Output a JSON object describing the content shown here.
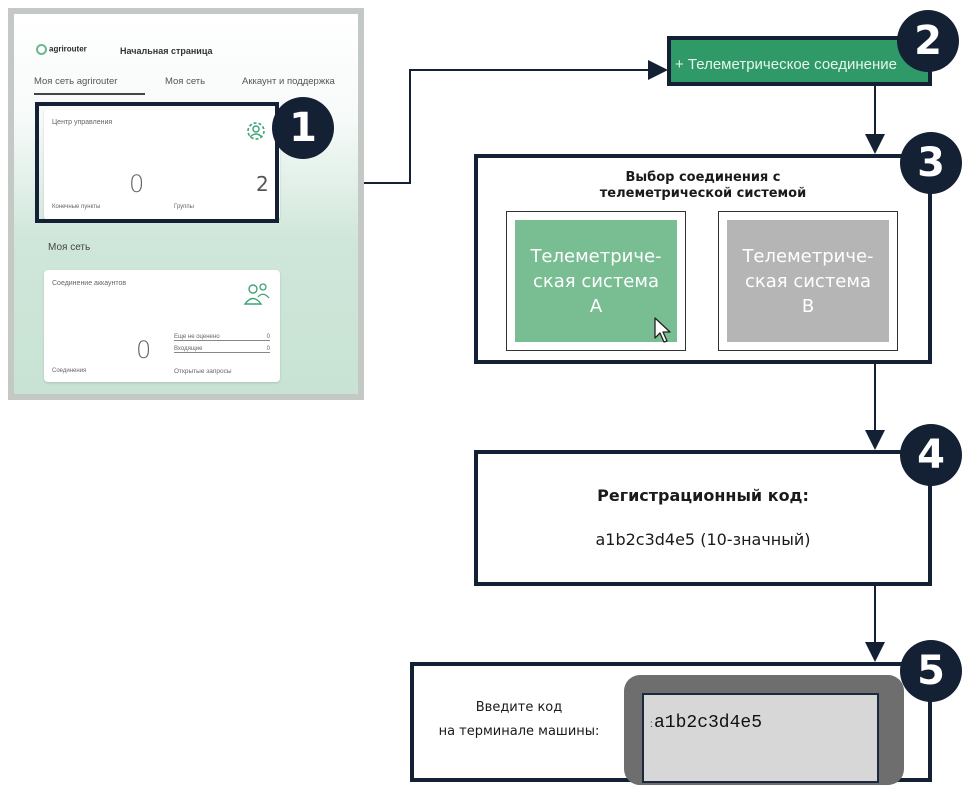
{
  "app": {
    "logo_text": "agrirouter",
    "home_title": "Начальная страница",
    "tabs": [
      "Моя сеть agrirouter",
      "Моя сеть",
      "Аккаунт и поддержка"
    ],
    "control_center": {
      "title": "Центр управления",
      "endpoints_value": "0",
      "endpoints_label": "Конечные пункты",
      "groups_value": "2",
      "groups_label": "Группы"
    },
    "my_network_label": "Моя сеть",
    "account_connection": {
      "title": "Соединение аккаунтов",
      "connections_value": "0",
      "connections_label": "Соединения",
      "open_requests_label": "Открытые запросы",
      "row1_label": "Еще не оценено",
      "row1_value": "0",
      "row2_label": "Входящие",
      "row2_value": "0"
    }
  },
  "steps": {
    "s1": "1",
    "s2": "2",
    "s3": "3",
    "s4": "4",
    "s5": "5"
  },
  "step2": {
    "button_label": "+ Телеметрическое соединение"
  },
  "step3": {
    "title_line1": "Выбор соединения с",
    "title_line2": "телеметрической системой",
    "option_a": {
      "line1": "Телеметриче-",
      "line2": "ская система",
      "line3": "A"
    },
    "option_b": {
      "line1": "Телеметриче-",
      "line2": "ская система",
      "line3": "B"
    }
  },
  "step4": {
    "title": "Регистрационный код:",
    "code": "a1b2c3d4e5 (10-значный)"
  },
  "step5": {
    "prompt_line1": "Введите код",
    "prompt_line2": "на терминале машины:",
    "screen_code": "a1b2c3d4e5"
  },
  "colors": {
    "navy": "#142033",
    "green_button": "#2f9a68",
    "option_a": "#79bd93",
    "option_b": "#b5b5b5"
  }
}
